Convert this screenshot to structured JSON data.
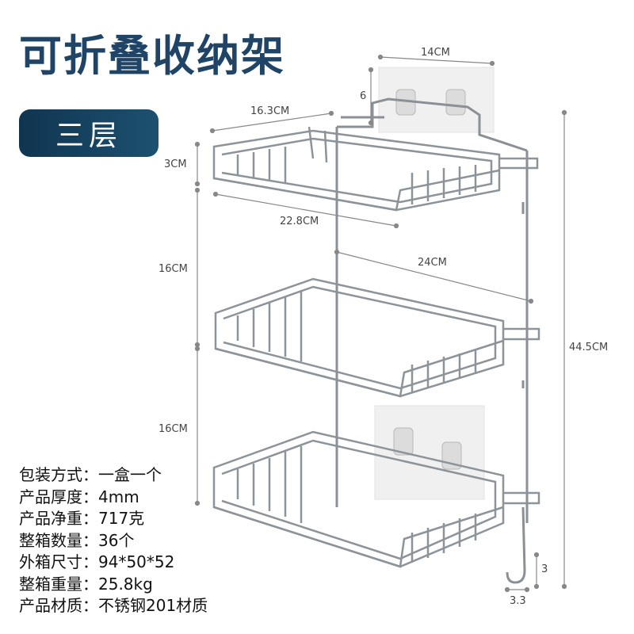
{
  "title": "可折叠收纳架",
  "badge": "三层",
  "dimensions": {
    "hook_pad_width": "14CM",
    "hook_pad_height": "6",
    "shelf_depth": "16.3CM",
    "shelf_rim": "3CM",
    "shelf_length": "22.8CM",
    "frame_width": "24CM",
    "gap_upper": "16CM",
    "gap_lower": "16CM",
    "total_height": "44.5CM",
    "hook_height": "3",
    "hook_width": "3.3"
  },
  "specs": [
    {
      "label": "包装方式",
      "value": "一盒一个"
    },
    {
      "label": "产品厚度",
      "value": "4mm"
    },
    {
      "label": "产品净重",
      "value": "717克"
    },
    {
      "label": "整箱数量",
      "value": "36个"
    },
    {
      "label": "外箱尺寸",
      "value": "94*50*52"
    },
    {
      "label": "整箱重量",
      "value": "25.8kg"
    },
    {
      "label": "产品材质",
      "value": "不锈钢201材质"
    }
  ],
  "colors": {
    "title": "#1f4466",
    "badge": "#15405e",
    "metal": "#9aa0a6"
  }
}
